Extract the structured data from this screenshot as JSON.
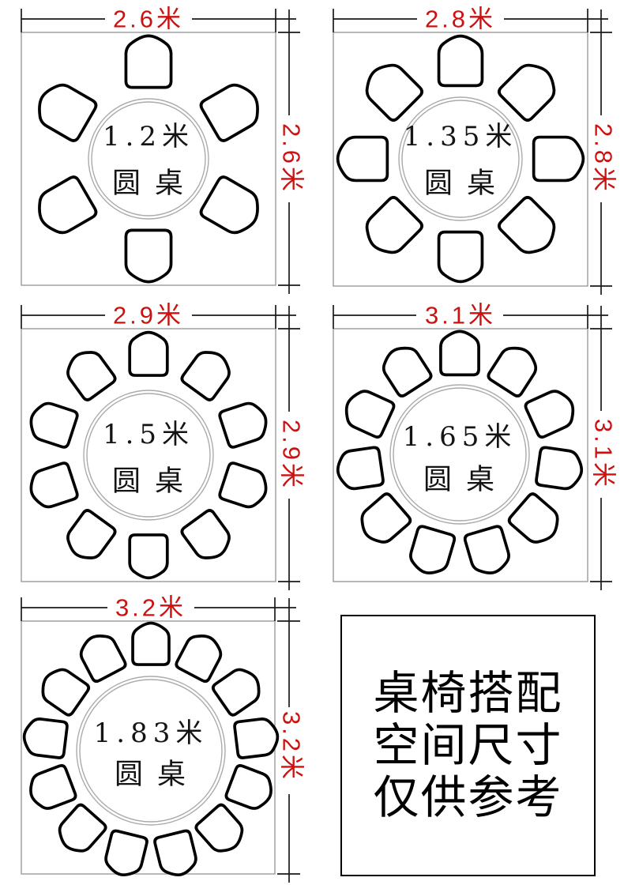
{
  "colors": {
    "dimension_label": "#cc1111",
    "outline": "#1a1a1a",
    "room_border": "#9b9b9b",
    "table_border": "#ababab"
  },
  "diagrams": [
    {
      "space_width": "2.6米",
      "space_height": "2.6米",
      "table_size": "1.2米",
      "table_type": "圆桌",
      "chair_count": 6
    },
    {
      "space_width": "2.8米",
      "space_height": "2.8米",
      "table_size": "1.35米",
      "table_type": "圆桌",
      "chair_count": 8
    },
    {
      "space_width": "2.9米",
      "space_height": "2.9米",
      "table_size": "1.5米",
      "table_type": "圆桌",
      "chair_count": 10
    },
    {
      "space_width": "3.1米",
      "space_height": "3.1米",
      "table_size": "1.65米",
      "table_type": "圆桌",
      "chair_count": 11
    },
    {
      "space_width": "3.2米",
      "space_height": "3.2米",
      "table_size": "1.83米",
      "table_type": "圆桌",
      "chair_count": 13
    }
  ],
  "note": {
    "line1": "桌椅搭配",
    "line2": "空间尺寸",
    "line3": "仅供参考"
  }
}
